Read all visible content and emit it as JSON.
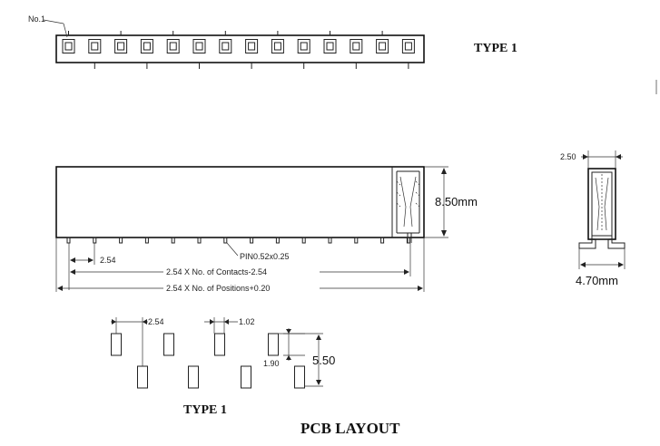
{
  "top_view": {
    "pin1_label": "No.1",
    "type_label": "TYPE 1",
    "pin_count": 14
  },
  "side_view": {
    "height_label": "8.50mm",
    "pitch_label": "2.54",
    "pin_label": "PIN0.52x0.25",
    "contacts_formula": "2.54 X No. of Contacts-2.54",
    "positions_formula": "2.54 X No. of Positions+0.20"
  },
  "end_view": {
    "width_label": "2.50",
    "depth_label": "4.70mm"
  },
  "pcb_layout": {
    "pitch_label": "2.54",
    "pad_width_label": "1.02",
    "pad_height_label": "1.90",
    "row_spacing_label": "5.50",
    "type_label": "TYPE 1",
    "title": "PCB LAYOUT"
  }
}
